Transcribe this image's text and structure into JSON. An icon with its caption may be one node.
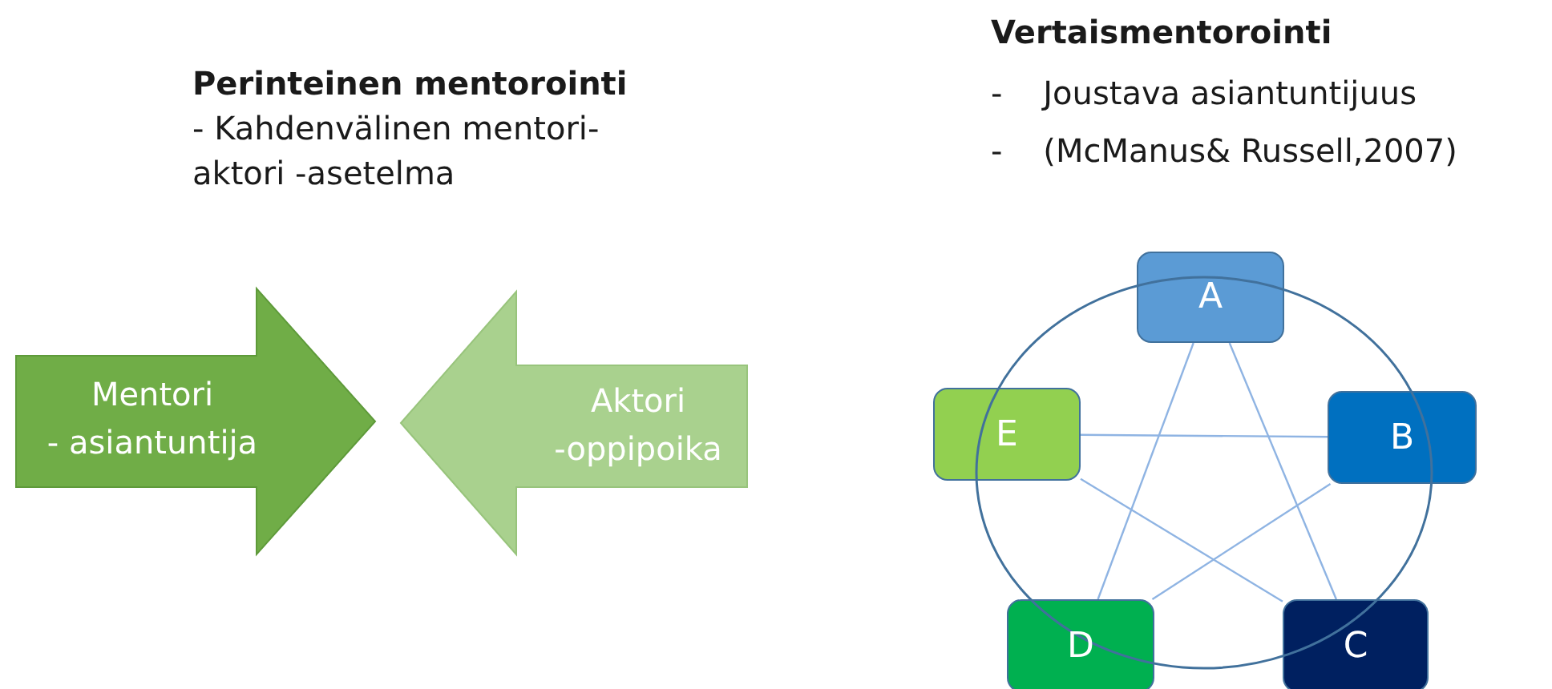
{
  "diagram": {
    "nodes": [
      {
        "text": [
          "Mentori",
          "- asiantuntija"
        ]
      },
      {
        "text": [
          "Aktori",
          "-oppipoika"
        ]
      },
      {
        "text": [
          "A"
        ]
      },
      {
        "text": [
          "B"
        ]
      },
      {
        "text": [
          "E"
        ]
      },
      {
        "text": [
          "D"
        ]
      },
      {
        "text": [
          "C"
        ]
      }
    ],
    "edges": [
      {
        "from": 2,
        "to": 6,
        "arrow": "none"
      },
      {
        "from": 2,
        "to": 5,
        "arrow": "none"
      },
      {
        "from": 3,
        "to": 4,
        "arrow": "none"
      },
      {
        "from": 3,
        "to": 5,
        "arrow": "none"
      },
      {
        "from": 4,
        "to": 6,
        "arrow": "none"
      }
    ],
    "labels": [
      "Perinteinen mentorointi",
      "- Kahdenvälinen mentori- aktori -asetelma",
      "Vertaismentorointi",
      "- Joustava asiantuntijuus",
      "- (McManus& Russell,2007)"
    ]
  }
}
